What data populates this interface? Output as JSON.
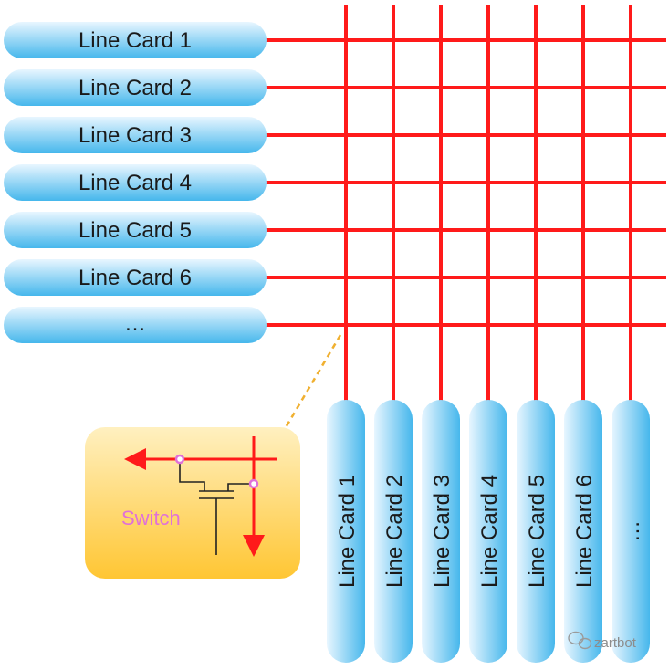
{
  "row_cards": [
    "Line Card 1",
    "Line Card 2",
    "Line Card 3",
    "Line Card 4",
    "Line Card 5",
    "Line Card 6",
    "…"
  ],
  "column_cards": [
    "Line Card 1",
    "Line Card 2",
    "Line Card 3",
    "Line Card 4",
    "Line Card 5",
    "Line Card 6",
    "…"
  ],
  "switch_label": "Switch",
  "watermark": "zartbot",
  "colors": {
    "crossbar": "#ff1a1a",
    "card_top": "#e8f6ff",
    "card_bottom": "#46b7ec",
    "switch_bg_top": "#fff0c0",
    "switch_bg_bottom": "#ffc633",
    "connector_dash": "#f0b030",
    "node": "#e070d8"
  }
}
